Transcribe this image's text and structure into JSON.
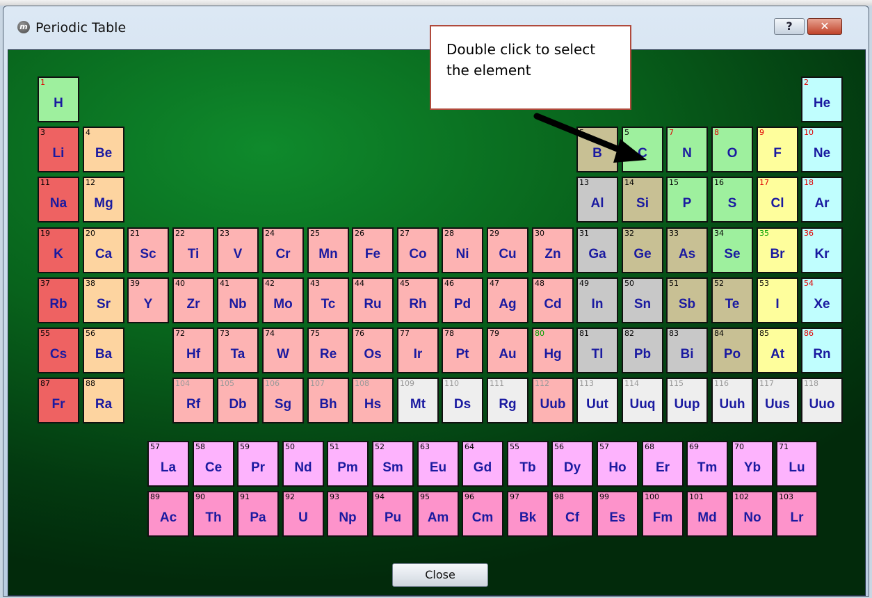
{
  "window": {
    "title": "Periodic Table",
    "app_icon": "m",
    "help_label": "?",
    "close_x_label": "✕"
  },
  "hint": {
    "text": "Double click to select the element"
  },
  "close_button": {
    "label": "Close"
  },
  "colors": {
    "alkali": "#ee6262",
    "alkaline": "#fdd4a0",
    "transition": "#fdb3b3",
    "unknown": "#eeeeee",
    "post_transition": "#c8c8c8",
    "metalloid": "#c8c094",
    "nonmetal": "#9ef09e",
    "halogen": "#fefe9c",
    "noble": "#c0fefe",
    "lanthanide": "#fdb3fd",
    "actinide": "#fd93cb",
    "hydrogen": "#9ef09e",
    "num_red": "#e00000",
    "num_green": "#00a000",
    "num_black": "#000000",
    "num_gray": "#999999"
  },
  "elements": [
    {
      "z": "1",
      "s": "H",
      "g": 1,
      "p": 1,
      "c": "hydrogen",
      "n": "num_red"
    },
    {
      "z": "2",
      "s": "He",
      "g": 18,
      "p": 1,
      "c": "noble",
      "n": "num_red"
    },
    {
      "z": "3",
      "s": "Li",
      "g": 1,
      "p": 2,
      "c": "alkali",
      "n": "num_black"
    },
    {
      "z": "4",
      "s": "Be",
      "g": 2,
      "p": 2,
      "c": "alkaline",
      "n": "num_black"
    },
    {
      "z": "5",
      "s": "B",
      "g": 13,
      "p": 2,
      "c": "metalloid",
      "n": "num_black"
    },
    {
      "z": "5",
      "s": "C",
      "g": 14,
      "p": 2,
      "c": "nonmetal",
      "n": "num_black"
    },
    {
      "z": "7",
      "s": "N",
      "g": 15,
      "p": 2,
      "c": "nonmetal",
      "n": "num_red"
    },
    {
      "z": "8",
      "s": "O",
      "g": 16,
      "p": 2,
      "c": "nonmetal",
      "n": "num_red"
    },
    {
      "z": "9",
      "s": "F",
      "g": 17,
      "p": 2,
      "c": "halogen",
      "n": "num_red"
    },
    {
      "z": "10",
      "s": "Ne",
      "g": 18,
      "p": 2,
      "c": "noble",
      "n": "num_red"
    },
    {
      "z": "11",
      "s": "Na",
      "g": 1,
      "p": 3,
      "c": "alkali",
      "n": "num_black"
    },
    {
      "z": "12",
      "s": "Mg",
      "g": 2,
      "p": 3,
      "c": "alkaline",
      "n": "num_black"
    },
    {
      "z": "13",
      "s": "Al",
      "g": 13,
      "p": 3,
      "c": "post_transition",
      "n": "num_black"
    },
    {
      "z": "14",
      "s": "Si",
      "g": 14,
      "p": 3,
      "c": "metalloid",
      "n": "num_black"
    },
    {
      "z": "15",
      "s": "P",
      "g": 15,
      "p": 3,
      "c": "nonmetal",
      "n": "num_black"
    },
    {
      "z": "16",
      "s": "S",
      "g": 16,
      "p": 3,
      "c": "nonmetal",
      "n": "num_black"
    },
    {
      "z": "17",
      "s": "Cl",
      "g": 17,
      "p": 3,
      "c": "halogen",
      "n": "num_red"
    },
    {
      "z": "18",
      "s": "Ar",
      "g": 18,
      "p": 3,
      "c": "noble",
      "n": "num_red"
    },
    {
      "z": "19",
      "s": "K",
      "g": 1,
      "p": 4,
      "c": "alkali",
      "n": "num_black"
    },
    {
      "z": "20",
      "s": "Ca",
      "g": 2,
      "p": 4,
      "c": "alkaline",
      "n": "num_black"
    },
    {
      "z": "21",
      "s": "Sc",
      "g": 3,
      "p": 4,
      "c": "transition",
      "n": "num_black"
    },
    {
      "z": "22",
      "s": "Ti",
      "g": 4,
      "p": 4,
      "c": "transition",
      "n": "num_black"
    },
    {
      "z": "23",
      "s": "V",
      "g": 5,
      "p": 4,
      "c": "transition",
      "n": "num_black"
    },
    {
      "z": "24",
      "s": "Cr",
      "g": 6,
      "p": 4,
      "c": "transition",
      "n": "num_black"
    },
    {
      "z": "25",
      "s": "Mn",
      "g": 7,
      "p": 4,
      "c": "transition",
      "n": "num_black"
    },
    {
      "z": "26",
      "s": "Fe",
      "g": 8,
      "p": 4,
      "c": "transition",
      "n": "num_black"
    },
    {
      "z": "27",
      "s": "Co",
      "g": 9,
      "p": 4,
      "c": "transition",
      "n": "num_black"
    },
    {
      "z": "28",
      "s": "Ni",
      "g": 10,
      "p": 4,
      "c": "transition",
      "n": "num_black"
    },
    {
      "z": "29",
      "s": "Cu",
      "g": 11,
      "p": 4,
      "c": "transition",
      "n": "num_black"
    },
    {
      "z": "30",
      "s": "Zn",
      "g": 12,
      "p": 4,
      "c": "transition",
      "n": "num_black"
    },
    {
      "z": "31",
      "s": "Ga",
      "g": 13,
      "p": 4,
      "c": "post_transition",
      "n": "num_black"
    },
    {
      "z": "32",
      "s": "Ge",
      "g": 14,
      "p": 4,
      "c": "metalloid",
      "n": "num_black"
    },
    {
      "z": "33",
      "s": "As",
      "g": 15,
      "p": 4,
      "c": "metalloid",
      "n": "num_black"
    },
    {
      "z": "34",
      "s": "Se",
      "g": 16,
      "p": 4,
      "c": "nonmetal",
      "n": "num_black"
    },
    {
      "z": "35",
      "s": "Br",
      "g": 17,
      "p": 4,
      "c": "halogen",
      "n": "num_green"
    },
    {
      "z": "36",
      "s": "Kr",
      "g": 18,
      "p": 4,
      "c": "noble",
      "n": "num_red"
    },
    {
      "z": "37",
      "s": "Rb",
      "g": 1,
      "p": 5,
      "c": "alkali",
      "n": "num_black"
    },
    {
      "z": "38",
      "s": "Sr",
      "g": 2,
      "p": 5,
      "c": "alkaline",
      "n": "num_black"
    },
    {
      "z": "39",
      "s": "Y",
      "g": 3,
      "p": 5,
      "c": "transition",
      "n": "num_black"
    },
    {
      "z": "40",
      "s": "Zr",
      "g": 4,
      "p": 5,
      "c": "transition",
      "n": "num_black"
    },
    {
      "z": "41",
      "s": "Nb",
      "g": 5,
      "p": 5,
      "c": "transition",
      "n": "num_black"
    },
    {
      "z": "42",
      "s": "Mo",
      "g": 6,
      "p": 5,
      "c": "transition",
      "n": "num_black"
    },
    {
      "z": "43",
      "s": "Tc",
      "g": 7,
      "p": 5,
      "c": "transition",
      "n": "num_black"
    },
    {
      "z": "44",
      "s": "Ru",
      "g": 8,
      "p": 5,
      "c": "transition",
      "n": "num_black"
    },
    {
      "z": "45",
      "s": "Rh",
      "g": 9,
      "p": 5,
      "c": "transition",
      "n": "num_black"
    },
    {
      "z": "46",
      "s": "Pd",
      "g": 10,
      "p": 5,
      "c": "transition",
      "n": "num_black"
    },
    {
      "z": "47",
      "s": "Ag",
      "g": 11,
      "p": 5,
      "c": "transition",
      "n": "num_black"
    },
    {
      "z": "48",
      "s": "Cd",
      "g": 12,
      "p": 5,
      "c": "transition",
      "n": "num_black"
    },
    {
      "z": "49",
      "s": "In",
      "g": 13,
      "p": 5,
      "c": "post_transition",
      "n": "num_black"
    },
    {
      "z": "50",
      "s": "Sn",
      "g": 14,
      "p": 5,
      "c": "post_transition",
      "n": "num_black"
    },
    {
      "z": "51",
      "s": "Sb",
      "g": 15,
      "p": 5,
      "c": "metalloid",
      "n": "num_black"
    },
    {
      "z": "52",
      "s": "Te",
      "g": 16,
      "p": 5,
      "c": "metalloid",
      "n": "num_black"
    },
    {
      "z": "53",
      "s": "I",
      "g": 17,
      "p": 5,
      "c": "halogen",
      "n": "num_black"
    },
    {
      "z": "54",
      "s": "Xe",
      "g": 18,
      "p": 5,
      "c": "noble",
      "n": "num_red"
    },
    {
      "z": "55",
      "s": "Cs",
      "g": 1,
      "p": 6,
      "c": "alkali",
      "n": "num_black"
    },
    {
      "z": "56",
      "s": "Ba",
      "g": 2,
      "p": 6,
      "c": "alkaline",
      "n": "num_black"
    },
    {
      "z": "72",
      "s": "Hf",
      "g": 4,
      "p": 6,
      "c": "transition",
      "n": "num_black"
    },
    {
      "z": "73",
      "s": "Ta",
      "g": 5,
      "p": 6,
      "c": "transition",
      "n": "num_black"
    },
    {
      "z": "74",
      "s": "W",
      "g": 6,
      "p": 6,
      "c": "transition",
      "n": "num_black"
    },
    {
      "z": "75",
      "s": "Re",
      "g": 7,
      "p": 6,
      "c": "transition",
      "n": "num_black"
    },
    {
      "z": "76",
      "s": "Os",
      "g": 8,
      "p": 6,
      "c": "transition",
      "n": "num_black"
    },
    {
      "z": "77",
      "s": "Ir",
      "g": 9,
      "p": 6,
      "c": "transition",
      "n": "num_black"
    },
    {
      "z": "78",
      "s": "Pt",
      "g": 10,
      "p": 6,
      "c": "transition",
      "n": "num_black"
    },
    {
      "z": "79",
      "s": "Au",
      "g": 11,
      "p": 6,
      "c": "transition",
      "n": "num_black"
    },
    {
      "z": "80",
      "s": "Hg",
      "g": 12,
      "p": 6,
      "c": "transition",
      "n": "num_green"
    },
    {
      "z": "81",
      "s": "Tl",
      "g": 13,
      "p": 6,
      "c": "post_transition",
      "n": "num_black"
    },
    {
      "z": "82",
      "s": "Pb",
      "g": 14,
      "p": 6,
      "c": "post_transition",
      "n": "num_black"
    },
    {
      "z": "83",
      "s": "Bi",
      "g": 15,
      "p": 6,
      "c": "post_transition",
      "n": "num_black"
    },
    {
      "z": "84",
      "s": "Po",
      "g": 16,
      "p": 6,
      "c": "metalloid",
      "n": "num_black"
    },
    {
      "z": "85",
      "s": "At",
      "g": 17,
      "p": 6,
      "c": "halogen",
      "n": "num_black"
    },
    {
      "z": "86",
      "s": "Rn",
      "g": 18,
      "p": 6,
      "c": "noble",
      "n": "num_red"
    },
    {
      "z": "87",
      "s": "Fr",
      "g": 1,
      "p": 7,
      "c": "alkali",
      "n": "num_black"
    },
    {
      "z": "88",
      "s": "Ra",
      "g": 2,
      "p": 7,
      "c": "alkaline",
      "n": "num_black"
    },
    {
      "z": "104",
      "s": "Rf",
      "g": 4,
      "p": 7,
      "c": "transition",
      "n": "num_gray"
    },
    {
      "z": "105",
      "s": "Db",
      "g": 5,
      "p": 7,
      "c": "transition",
      "n": "num_gray"
    },
    {
      "z": "106",
      "s": "Sg",
      "g": 6,
      "p": 7,
      "c": "transition",
      "n": "num_gray"
    },
    {
      "z": "107",
      "s": "Bh",
      "g": 7,
      "p": 7,
      "c": "transition",
      "n": "num_gray"
    },
    {
      "z": "108",
      "s": "Hs",
      "g": 8,
      "p": 7,
      "c": "transition",
      "n": "num_gray"
    },
    {
      "z": "109",
      "s": "Mt",
      "g": 9,
      "p": 7,
      "c": "unknown",
      "n": "num_gray"
    },
    {
      "z": "110",
      "s": "Ds",
      "g": 10,
      "p": 7,
      "c": "unknown",
      "n": "num_gray"
    },
    {
      "z": "111",
      "s": "Rg",
      "g": 11,
      "p": 7,
      "c": "unknown",
      "n": "num_gray"
    },
    {
      "z": "112",
      "s": "Uub",
      "g": 12,
      "p": 7,
      "c": "transition",
      "n": "num_gray"
    },
    {
      "z": "113",
      "s": "Uut",
      "g": 13,
      "p": 7,
      "c": "unknown",
      "n": "num_gray"
    },
    {
      "z": "114",
      "s": "Uuq",
      "g": 14,
      "p": 7,
      "c": "unknown",
      "n": "num_gray"
    },
    {
      "z": "115",
      "s": "Uup",
      "g": 15,
      "p": 7,
      "c": "unknown",
      "n": "num_gray"
    },
    {
      "z": "116",
      "s": "Uuh",
      "g": 16,
      "p": 7,
      "c": "unknown",
      "n": "num_gray"
    },
    {
      "z": "117",
      "s": "Uus",
      "g": 17,
      "p": 7,
      "c": "unknown",
      "n": "num_gray"
    },
    {
      "z": "118",
      "s": "Uuo",
      "g": 18,
      "p": 7,
      "c": "unknown",
      "n": "num_gray"
    },
    {
      "z": "57",
      "s": "La",
      "g": 3,
      "p": 8,
      "c": "lanthanide",
      "n": "num_black"
    },
    {
      "z": "58",
      "s": "Ce",
      "g": 4,
      "p": 8,
      "c": "lanthanide",
      "n": "num_black"
    },
    {
      "z": "59",
      "s": "Pr",
      "g": 5,
      "p": 8,
      "c": "lanthanide",
      "n": "num_black"
    },
    {
      "z": "50",
      "s": "Nd",
      "g": 6,
      "p": 8,
      "c": "lanthanide",
      "n": "num_black"
    },
    {
      "z": "51",
      "s": "Pm",
      "g": 7,
      "p": 8,
      "c": "lanthanide",
      "n": "num_black"
    },
    {
      "z": "52",
      "s": "Sm",
      "g": 8,
      "p": 8,
      "c": "lanthanide",
      "n": "num_black"
    },
    {
      "z": "63",
      "s": "Eu",
      "g": 9,
      "p": 8,
      "c": "lanthanide",
      "n": "num_black"
    },
    {
      "z": "64",
      "s": "Gd",
      "g": 10,
      "p": 8,
      "c": "lanthanide",
      "n": "num_black"
    },
    {
      "z": "55",
      "s": "Tb",
      "g": 11,
      "p": 8,
      "c": "lanthanide",
      "n": "num_black"
    },
    {
      "z": "56",
      "s": "Dy",
      "g": 12,
      "p": 8,
      "c": "lanthanide",
      "n": "num_black"
    },
    {
      "z": "57",
      "s": "Ho",
      "g": 13,
      "p": 8,
      "c": "lanthanide",
      "n": "num_black"
    },
    {
      "z": "68",
      "s": "Er",
      "g": 14,
      "p": 8,
      "c": "lanthanide",
      "n": "num_black"
    },
    {
      "z": "69",
      "s": "Tm",
      "g": 15,
      "p": 8,
      "c": "lanthanide",
      "n": "num_black"
    },
    {
      "z": "70",
      "s": "Yb",
      "g": 16,
      "p": 8,
      "c": "lanthanide",
      "n": "num_black"
    },
    {
      "z": "71",
      "s": "Lu",
      "g": 17,
      "p": 8,
      "c": "lanthanide",
      "n": "num_black"
    },
    {
      "z": "89",
      "s": "Ac",
      "g": 3,
      "p": 9,
      "c": "actinide",
      "n": "num_black"
    },
    {
      "z": "90",
      "s": "Th",
      "g": 4,
      "p": 9,
      "c": "actinide",
      "n": "num_black"
    },
    {
      "z": "91",
      "s": "Pa",
      "g": 5,
      "p": 9,
      "c": "actinide",
      "n": "num_black"
    },
    {
      "z": "92",
      "s": "U",
      "g": 6,
      "p": 9,
      "c": "actinide",
      "n": "num_black"
    },
    {
      "z": "93",
      "s": "Np",
      "g": 7,
      "p": 9,
      "c": "actinide",
      "n": "num_black"
    },
    {
      "z": "94",
      "s": "Pu",
      "g": 8,
      "p": 9,
      "c": "actinide",
      "n": "num_black"
    },
    {
      "z": "95",
      "s": "Am",
      "g": 9,
      "p": 9,
      "c": "actinide",
      "n": "num_black"
    },
    {
      "z": "96",
      "s": "Cm",
      "g": 10,
      "p": 9,
      "c": "actinide",
      "n": "num_black"
    },
    {
      "z": "97",
      "s": "Bk",
      "g": 11,
      "p": 9,
      "c": "actinide",
      "n": "num_black"
    },
    {
      "z": "98",
      "s": "Cf",
      "g": 12,
      "p": 9,
      "c": "actinide",
      "n": "num_black"
    },
    {
      "z": "99",
      "s": "Es",
      "g": 13,
      "p": 9,
      "c": "actinide",
      "n": "num_black"
    },
    {
      "z": "100",
      "s": "Fm",
      "g": 14,
      "p": 9,
      "c": "actinide",
      "n": "num_black"
    },
    {
      "z": "101",
      "s": "Md",
      "g": 15,
      "p": 9,
      "c": "actinide",
      "n": "num_black"
    },
    {
      "z": "102",
      "s": "No",
      "g": 16,
      "p": 9,
      "c": "actinide",
      "n": "num_black"
    },
    {
      "z": "103",
      "s": "Lr",
      "g": 17,
      "p": 9,
      "c": "actinide",
      "n": "num_black"
    }
  ]
}
